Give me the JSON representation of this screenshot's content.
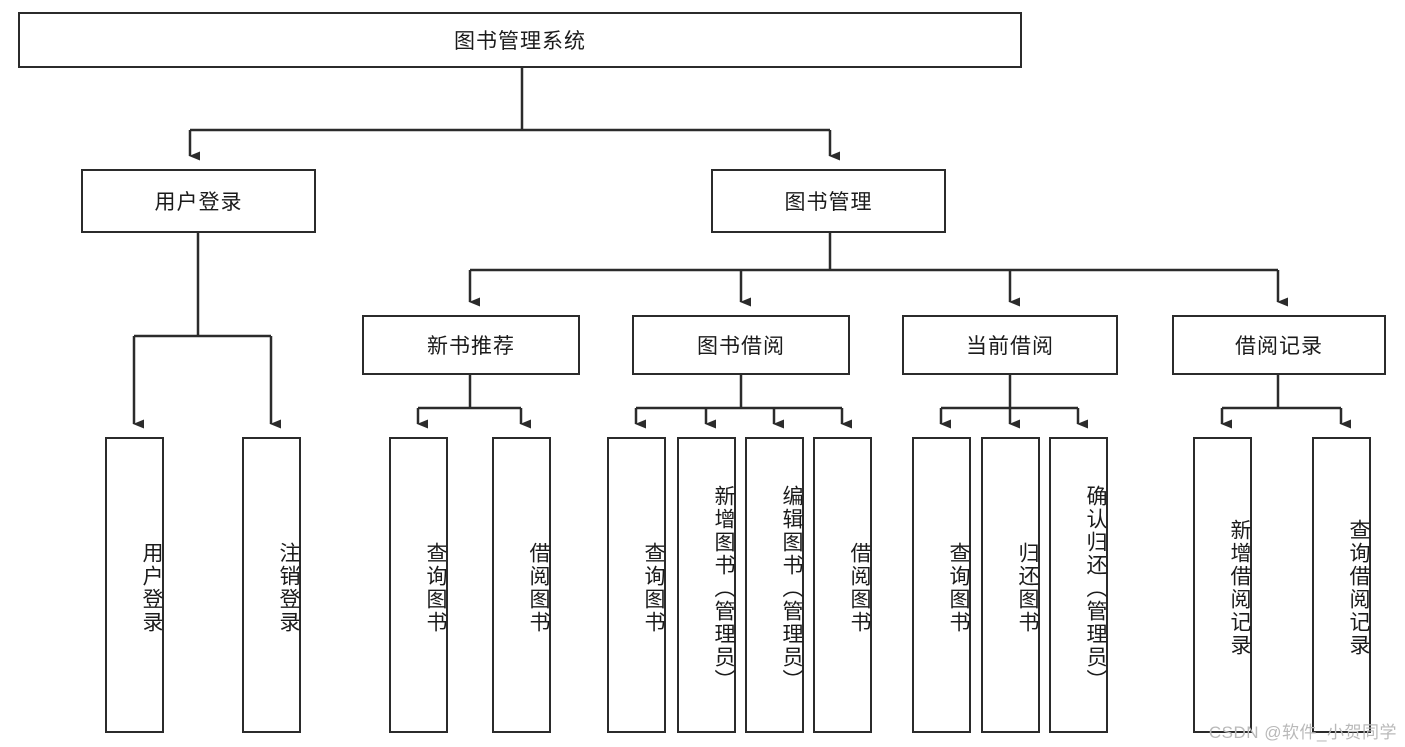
{
  "diagram": {
    "title": "图书管理系统",
    "type": "tree-hierarchy-diagram",
    "orientation": "top-down",
    "colors": {
      "stroke": "#2b2b2b",
      "fill": "#ffffff",
      "text": "#1b1b1b",
      "watermark": "#b9b9b9"
    },
    "root": {
      "label": "图书管理系统"
    },
    "level2": [
      {
        "label": "用户登录"
      },
      {
        "label": "图书管理"
      }
    ],
    "level3": [
      {
        "label": "新书推荐"
      },
      {
        "label": "图书借阅"
      },
      {
        "label": "当前借阅"
      },
      {
        "label": "借阅记录"
      }
    ],
    "leaves": {
      "user_login": [
        {
          "label": "用户登录"
        },
        {
          "label": "注销登录"
        }
      ],
      "new_book_recommend": [
        {
          "label": "查询图书"
        },
        {
          "label": "借阅图书"
        }
      ],
      "book_borrow": [
        {
          "label": "查询图书"
        },
        {
          "label": "新增图书（管理员）"
        },
        {
          "label": "编辑图书（管理员）"
        },
        {
          "label": "借阅图书"
        }
      ],
      "current_borrow": [
        {
          "label": "查询图书"
        },
        {
          "label": "归还图书"
        },
        {
          "label": "确认归还（管理员）"
        }
      ],
      "borrow_record": [
        {
          "label": "新增借阅记录"
        },
        {
          "label": "查询借阅记录"
        }
      ]
    },
    "watermark": "CSDN @软件_小贺同学"
  }
}
